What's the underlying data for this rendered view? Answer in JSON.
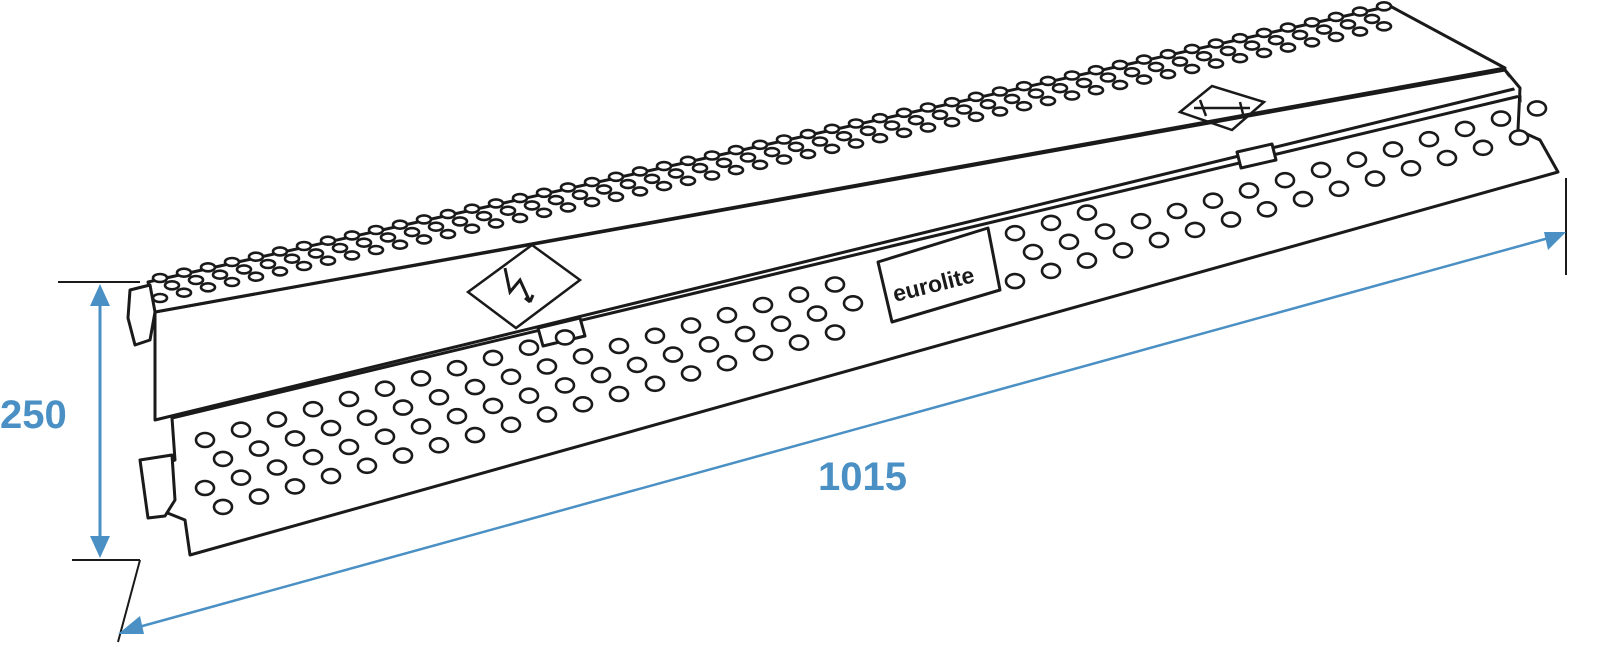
{
  "dimensions": {
    "height": {
      "value": "250",
      "unit": ""
    },
    "length": {
      "value": "1015",
      "unit": ""
    }
  },
  "brand": {
    "logo": "eurolite"
  },
  "icons": [
    "voltage-warning-icon",
    "cable-strain-warning-icon"
  ],
  "colors": {
    "dimension": "#4a90c4",
    "outline": "#1a1a1a",
    "background": "#ffffff"
  }
}
